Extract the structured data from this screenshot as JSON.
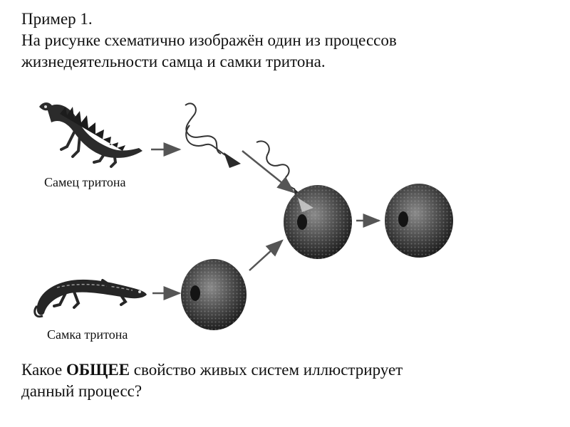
{
  "header": {
    "line1": "Пример 1.",
    "line2": "На рисунке схематично изображён один из процессов",
    "line3": "жизнедеятельности самца и самки тритона."
  },
  "figure": {
    "male_label": "Самец тритона",
    "female_label": "Самка тритона"
  },
  "question": {
    "before": "Какое ",
    "bold": "ОБЩЕЕ",
    "after": " свойство живых систем иллюстрирует",
    "line2": "данный процесс?"
  }
}
